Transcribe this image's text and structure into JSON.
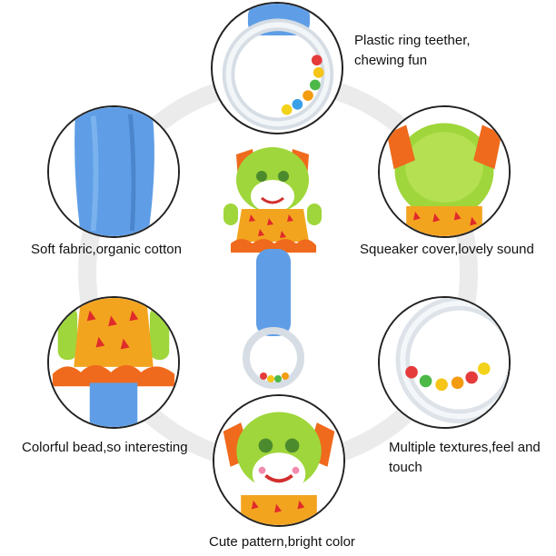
{
  "features": {
    "teether": "Plastic ring teether, chewing fun",
    "fabric": "Soft fabric,organic cotton",
    "squeaker": "Squeaker cover,lovely sound",
    "bead": "Colorful bead,so interesting",
    "textures": "Multiple textures,feel and touch",
    "pattern": "Cute pattern,bright color"
  },
  "colors": {
    "ring": "#ebebeb",
    "fabric_blue": "#5f9ee6",
    "face_green": "#9fd63b",
    "pattern_orange": "#f3a41f",
    "frill_orange": "#ef6a1c"
  }
}
